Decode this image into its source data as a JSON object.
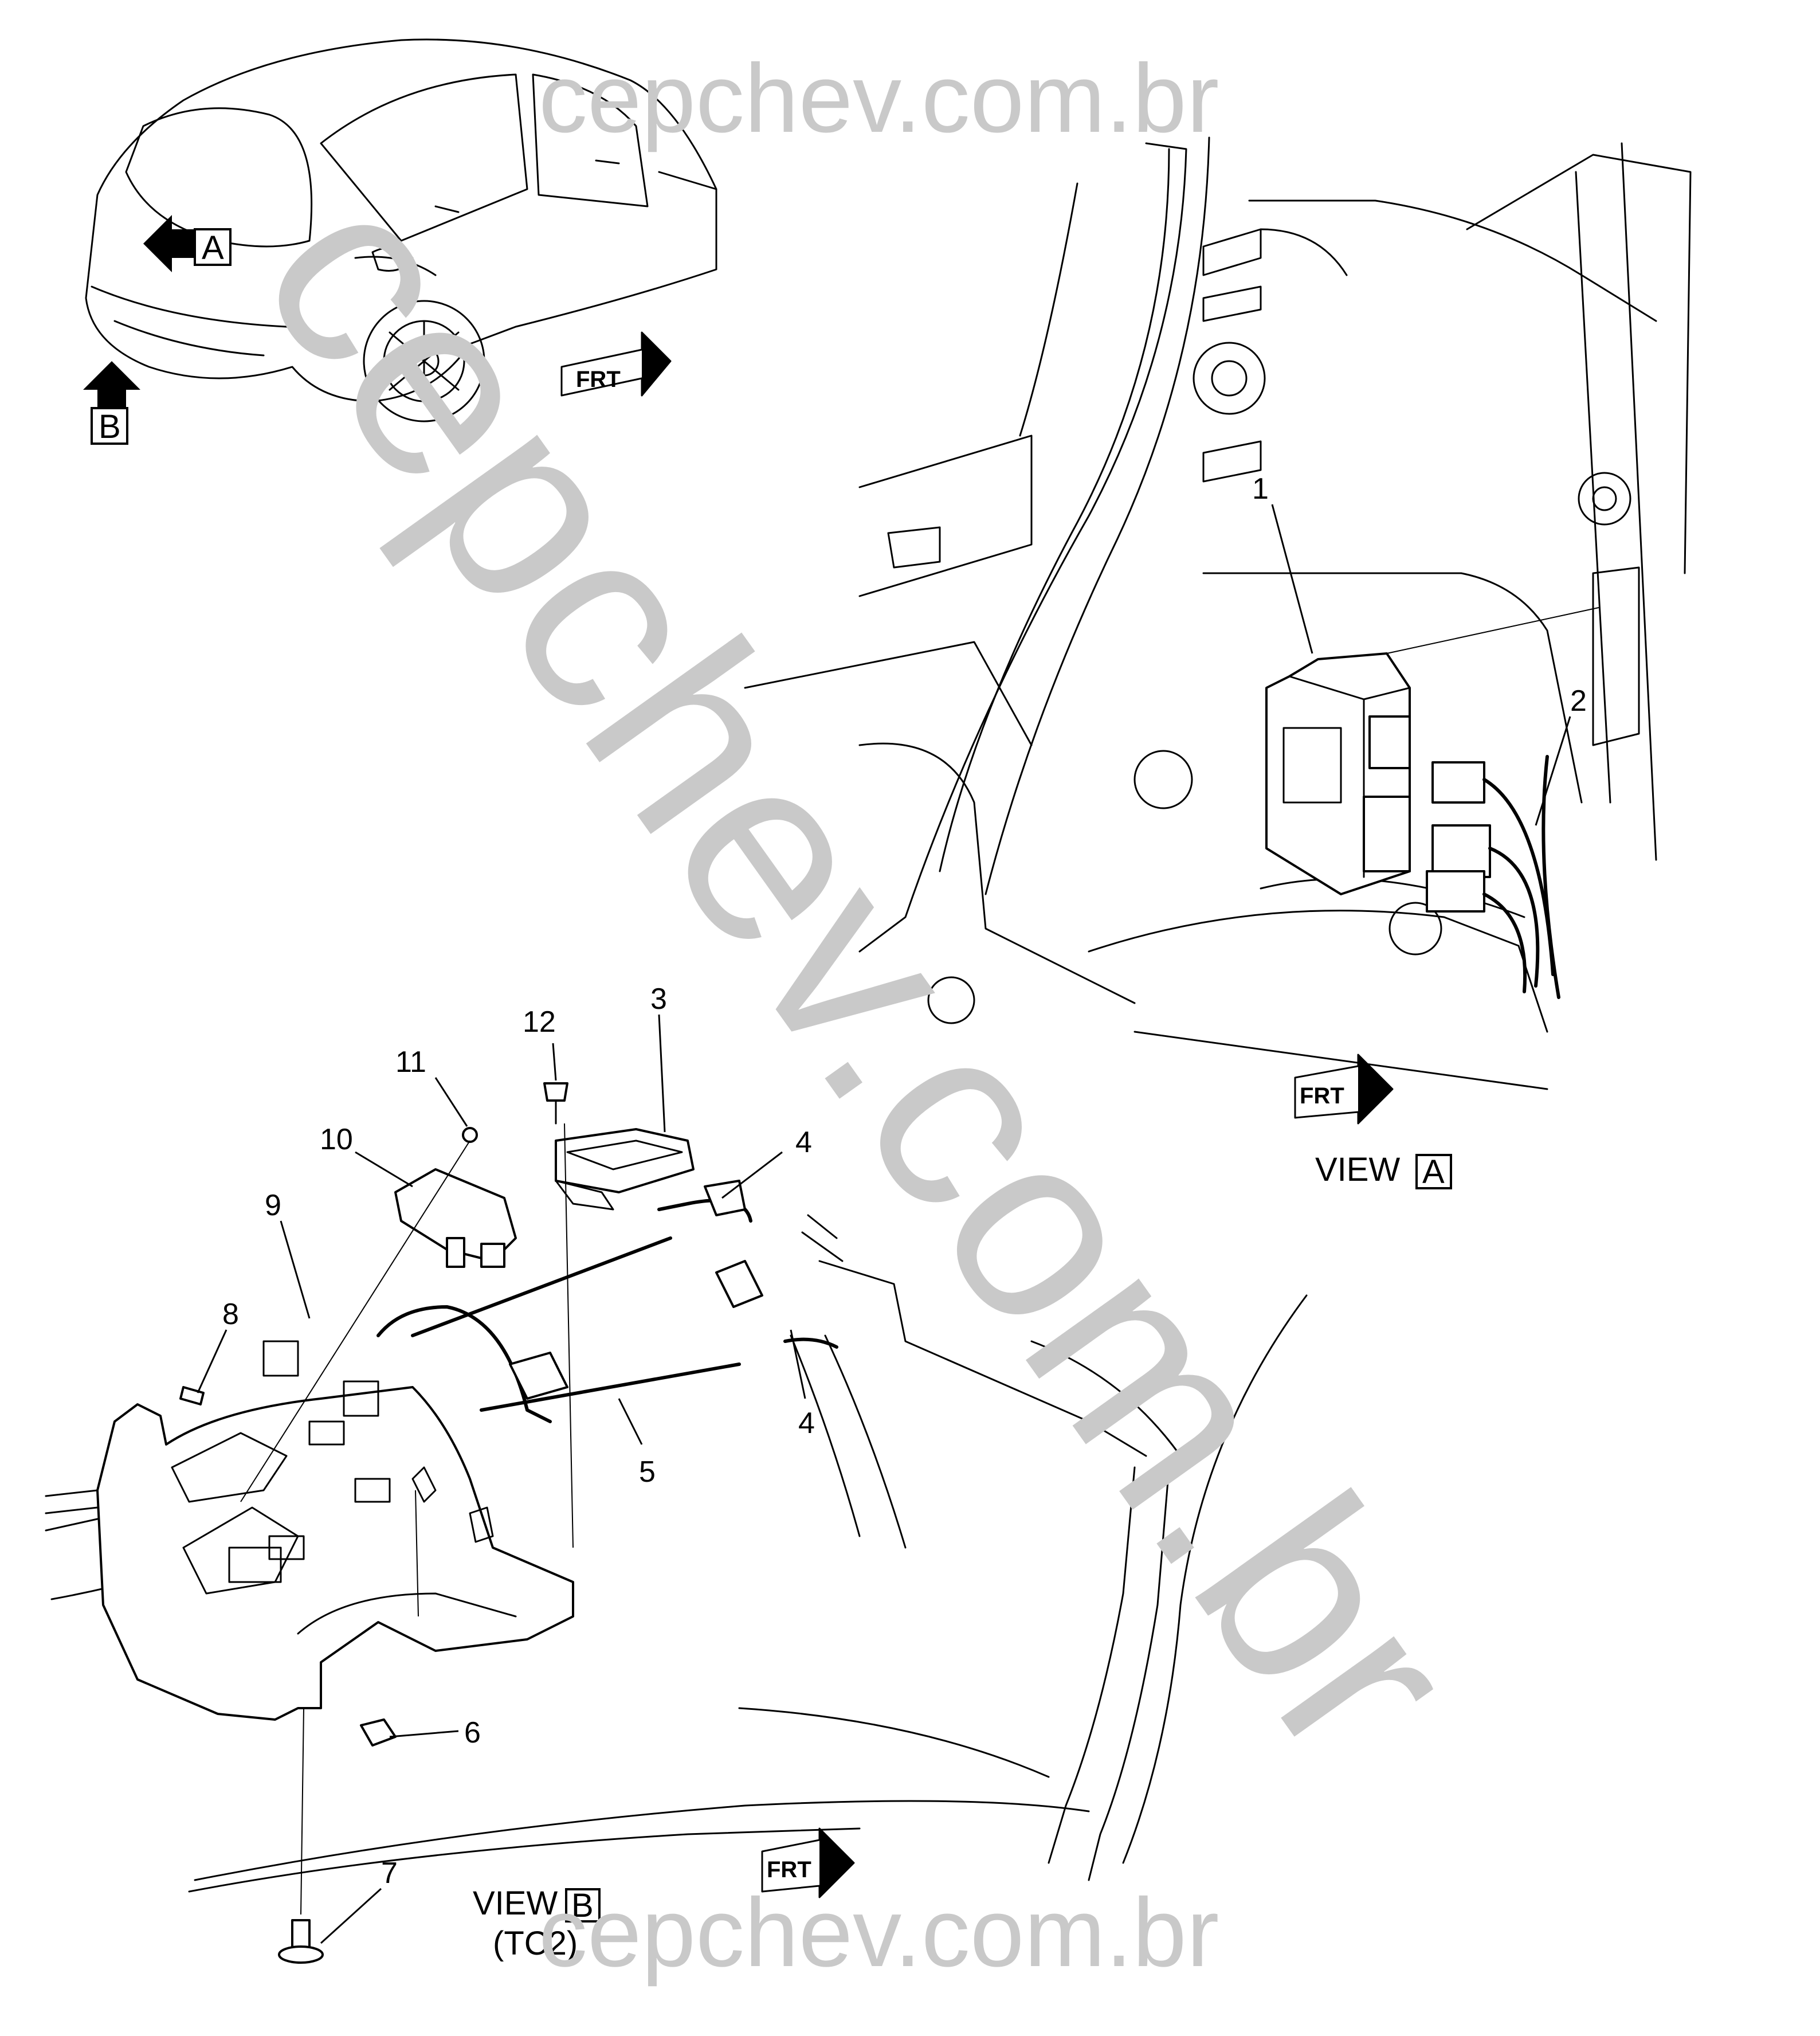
{
  "watermark": {
    "top": "cepchev.com.br",
    "diagonal": "cepchev.com.br",
    "bottom": "cepchev.com.br"
  },
  "views": {
    "a": {
      "prefix": "VIEW",
      "letter": "A"
    },
    "b": {
      "prefix": "VIEW",
      "letter": "B",
      "note": "(TC2)"
    }
  },
  "vehicle_arrows": {
    "a": "A",
    "b": "B"
  },
  "frt_label": "FRT",
  "callouts": {
    "c1": "1",
    "c2": "2",
    "c3": "3",
    "c4a": "4",
    "c4b": "4",
    "c5": "5",
    "c6": "6",
    "c7": "7",
    "c8": "8",
    "c9": "9",
    "c10": "10",
    "c11": "11",
    "c12": "12"
  }
}
